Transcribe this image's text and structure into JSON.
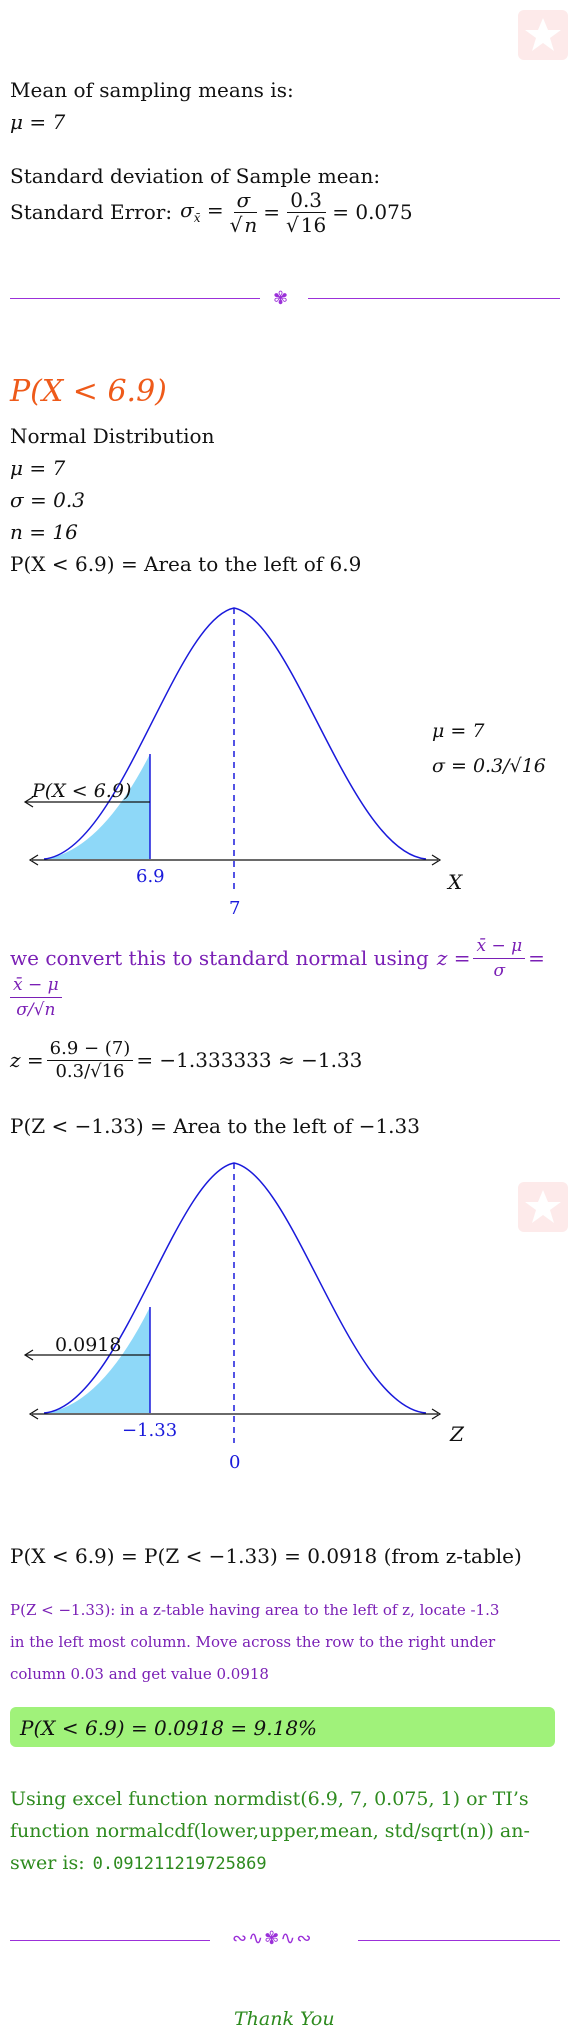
{
  "header": {
    "mean_title": "Mean of sampling means is:",
    "mean_eq": "μ = 7",
    "sd_title": "Standard deviation of Sample mean:",
    "se_label": "Standard Error:",
    "se_sigma": "σ",
    "se_n": "n",
    "se_num": "0.3",
    "se_den": "16",
    "se_result": "= 0.075"
  },
  "section": {
    "heading": "P(X < 6.9)",
    "dist": "Normal Distribution",
    "mu": "μ = 7",
    "sigma": "σ = 0.3",
    "n": "n = 16",
    "area": "P(X < 6.9) = Area to the left of 6.9"
  },
  "graph1": {
    "left_label": "P(X < 6.9)",
    "cut_label": "6.9",
    "center_label": "7",
    "axis_label": "X",
    "right_mu": "μ = 7",
    "right_sigma": "σ = 0.3/√16"
  },
  "convert": {
    "line1": "we convert this to standard normal using",
    "z_num": "x̄ − μ",
    "z_den": "σ",
    "alt_num": "x̄ − μ",
    "alt_den": "σ/√n",
    "z_calc_num": "6.9 − (7)",
    "z_calc_den": "0.3/√16",
    "z_calc_result": "= −1.333333 ≈ −1.33",
    "area2": "P(Z < −1.33) = Area to the left of −1.33"
  },
  "graph2": {
    "left_label": "0.0918",
    "cut_label": "−1.33",
    "center_label": "0",
    "axis_label": "Z"
  },
  "result": {
    "line": "P(X < 6.9) = P(Z < −1.33) = 0.0918 (from z-table)",
    "note1": "P(Z < −1.33): in a z-table having area to the left of z, locate -1.3",
    "note2": "in the left most column. Move across the row to the right under",
    "note3": "column 0.03 and get value 0.0918",
    "answer": "P(X < 6.9) = 0.0918 = 9.18%"
  },
  "excel": {
    "line1": "Using excel function normdist(6.9, 7, 0.075, 1) or TI’s",
    "line2": "function normalcdf(lower,upper,mean, std/sqrt(n)) an-",
    "line3": "swer is:",
    "value": "0.091211219725869"
  },
  "footer": {
    "thanks": "Thank You"
  },
  "colors": {
    "curve": "#1a1adb",
    "fill": "#8ed8f8",
    "rule": "#9b30d9",
    "answer_bg": "#a0f27a"
  }
}
